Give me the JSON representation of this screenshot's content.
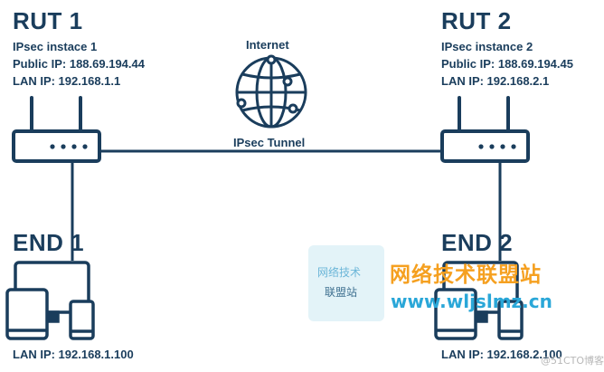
{
  "rut1": {
    "title": "RUT 1",
    "line1": "IPsec instace 1",
    "line2": "Public IP: 188.69.194.44",
    "line3": "LAN IP: 192.168.1.1"
  },
  "rut2": {
    "title": "RUT 2",
    "line1": "IPsec instance 2",
    "line2": "Public IP: 188.69.194.45",
    "line3": "LAN IP: 192.168.2.1"
  },
  "internet_label": "Internet",
  "tunnel_label": "IPsec Tunnel",
  "end1": {
    "title": "END 1",
    "lan": "LAN IP: 192.168.1.100"
  },
  "end2": {
    "title": "END 2",
    "lan": "LAN IP: 192.168.2.100"
  },
  "watermark": {
    "logo_line1": "网络技术",
    "logo_line2": "联盟站",
    "site_name": "网络技术联盟站",
    "url": "www.wljslmz.cn"
  },
  "credit": "@51CTO博客",
  "colors": {
    "primary": "#1a3d5c",
    "watermark_orange": "#f5a020",
    "watermark_blue": "#2aa7d8"
  },
  "icons": [
    "router-icon",
    "globe-icon",
    "devices-icon"
  ]
}
